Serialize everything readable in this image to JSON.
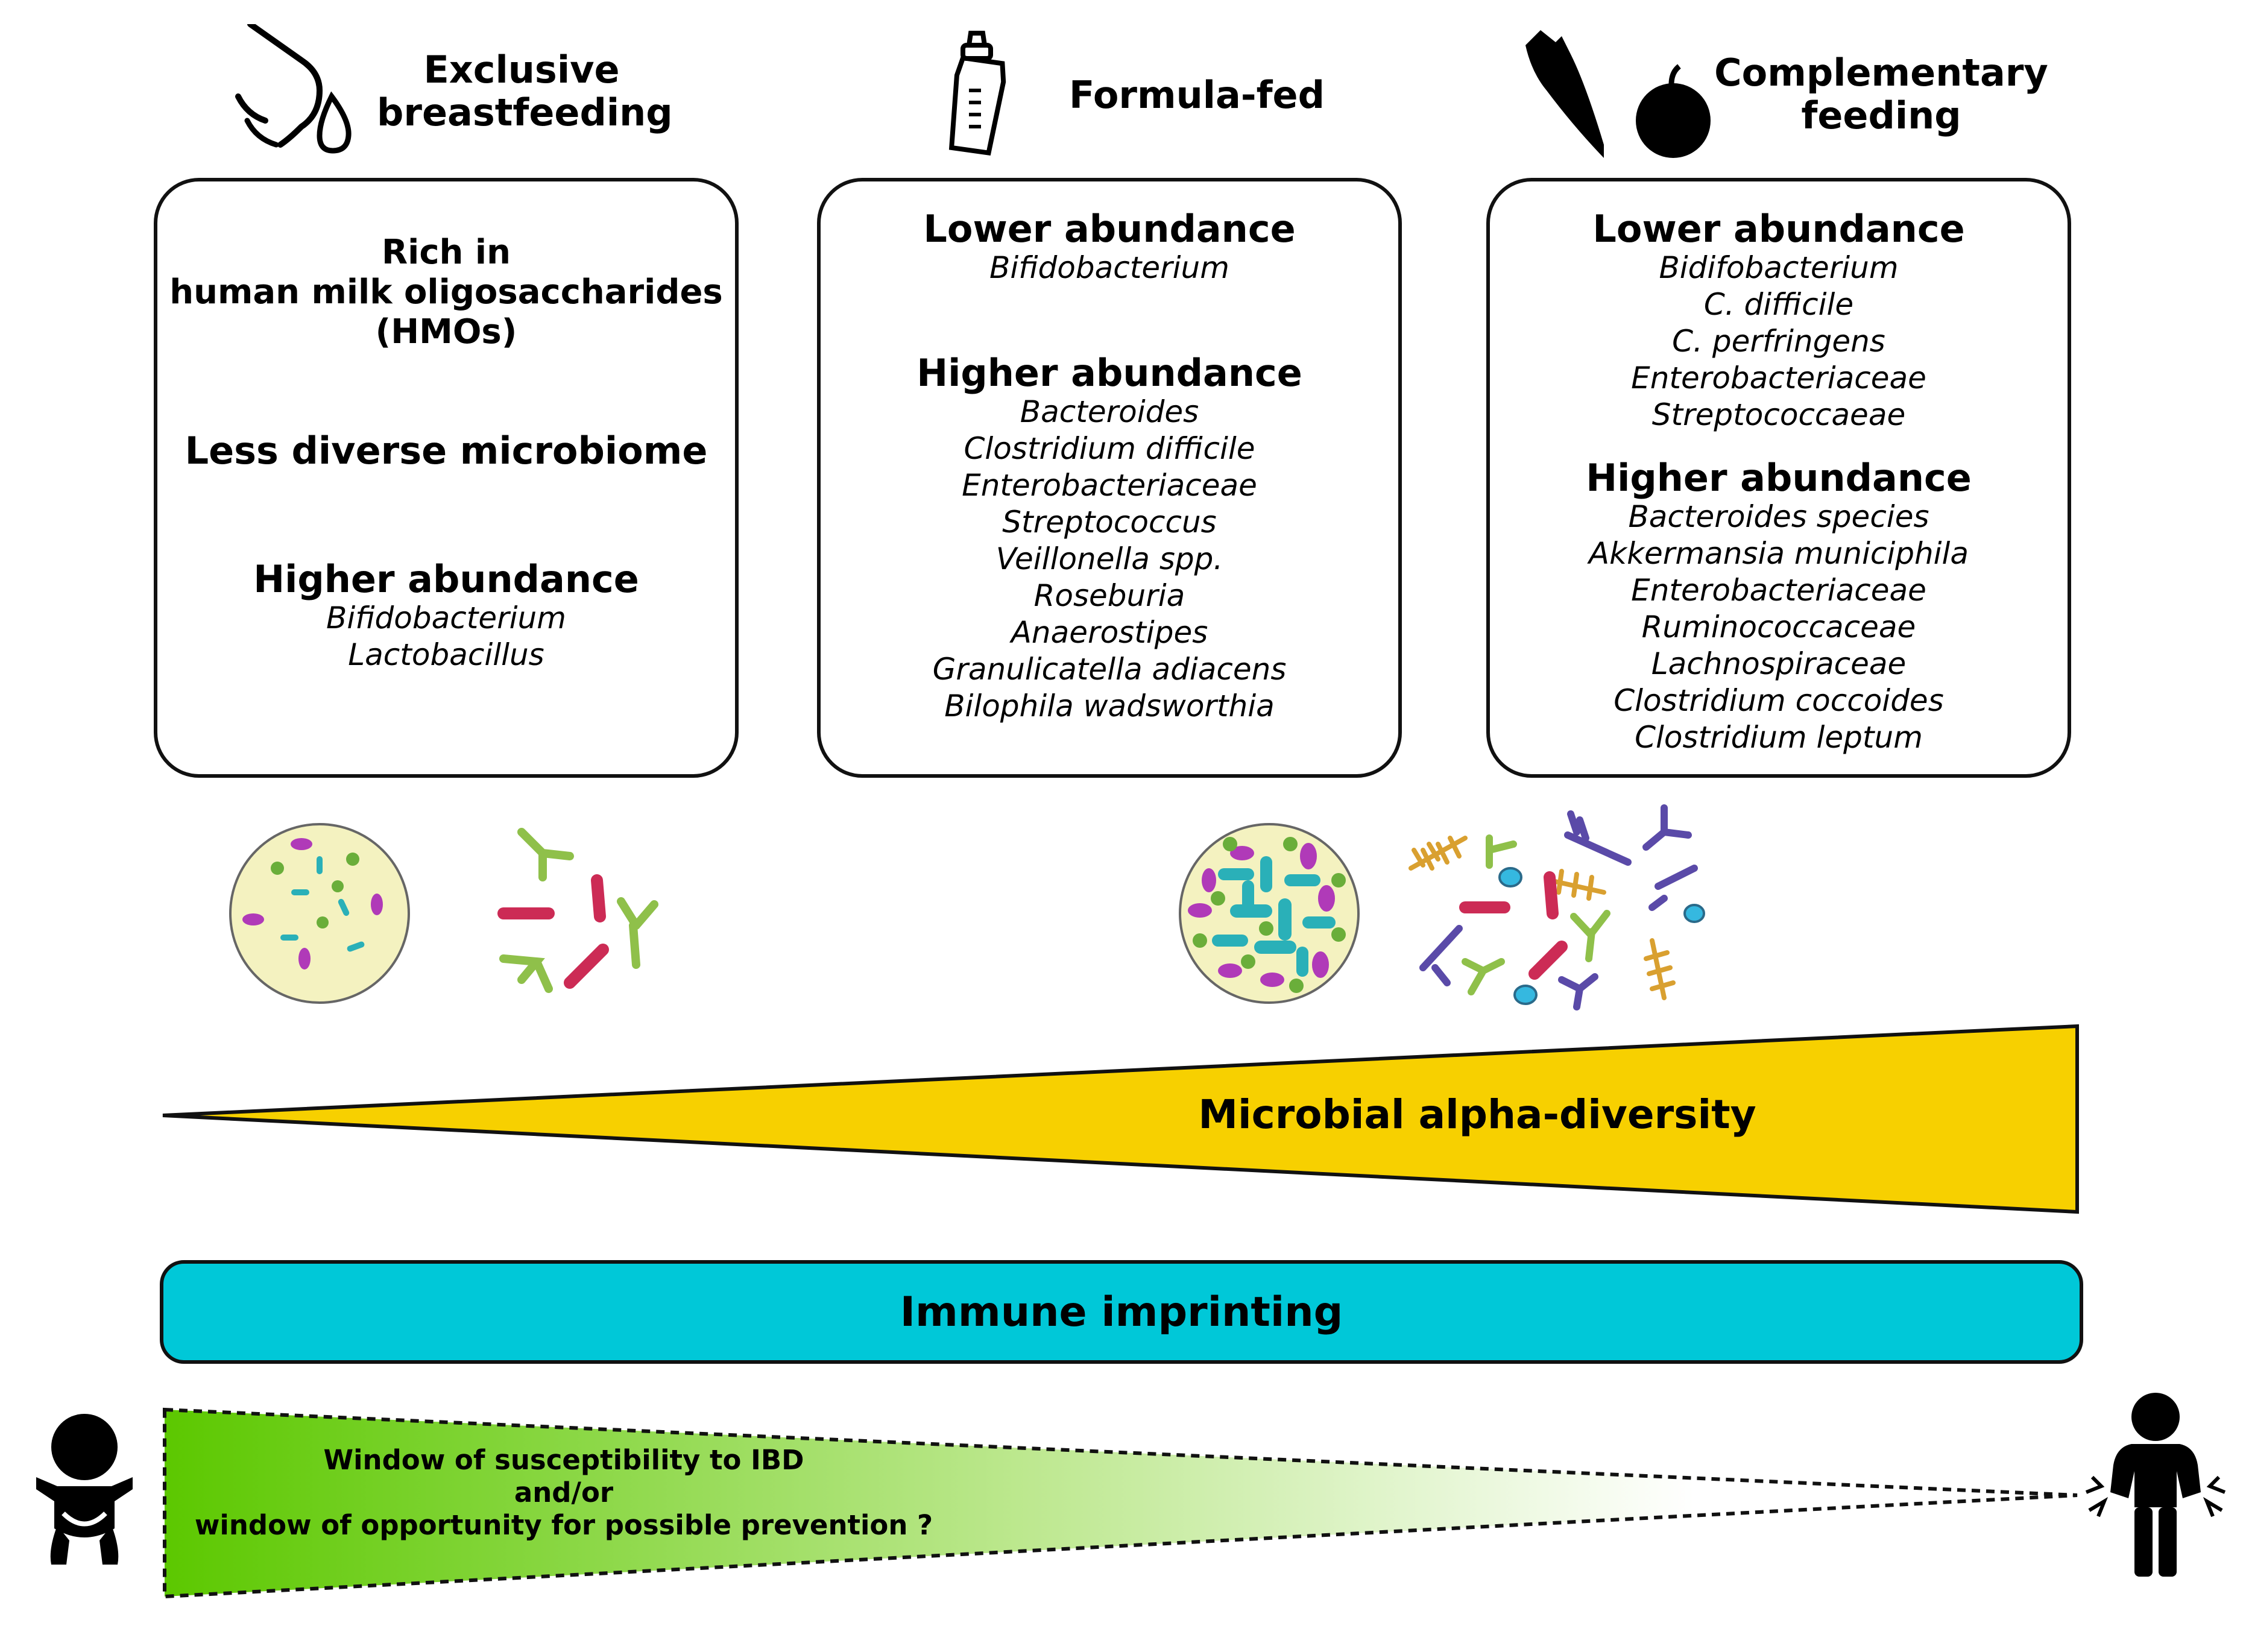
{
  "columns": [
    {
      "header": {
        "line1": "Exclusive",
        "line2": "breastfeeding",
        "icon": "breastfeeding-icon"
      },
      "box": {
        "rich_line1": "Rich in",
        "rich_line2": "human milk oligosaccharides",
        "rich_line3": "(HMOs)",
        "diversity": "Less diverse microbiome",
        "higher_title": "Higher abundance",
        "higher_items": [
          "Bifidobacterium",
          "Lactobacillus"
        ]
      }
    },
    {
      "header": {
        "line1": "Formula-fed",
        "icon": "baby-bottle-icon"
      },
      "box": {
        "lower_title": "Lower abundance",
        "lower_items": [
          "Bifidobacterium"
        ],
        "higher_title": "Higher abundance",
        "higher_items": [
          "Bacteroides",
          "Clostridium difficile",
          "Enterobacteriaceae",
          "Streptococcus",
          "Veillonella spp.",
          "Roseburia",
          "Anaerostipes",
          "Granulicatella adiacens",
          "Bilophila wadsworthia"
        ]
      }
    },
    {
      "header": {
        "line1": "Complementary",
        "line2": "feeding",
        "icon": "carrot-apple-icon"
      },
      "box": {
        "lower_title": "Lower abundance",
        "lower_items": [
          "Bidifobacterium",
          "C. difficile",
          "C. perfringens",
          "Enterobacteriaceae",
          "Streptococcaeae"
        ],
        "higher_title": "Higher abundance",
        "higher_items": [
          "Bacteroides species",
          "Akkermansia municiphila",
          "Enterobacteriaceae",
          "Ruminococcaceae",
          "Lachnospiraceae",
          "Clostridium coccoides",
          "Clostridium leptum"
        ]
      }
    }
  ],
  "diversity_label": "Microbial alpha-diversity",
  "immune_label": "Immune imprinting",
  "window": {
    "line1": "Window of susceptibility to IBD",
    "line2": "and/or",
    "line3": "window of opportunity for possible prevention ?"
  },
  "colors": {
    "diversity_fill": "#f7d000",
    "immune_fill": "#00c8d8",
    "window_green": "#5cc800",
    "bacteria_magenta": "#b03ab8",
    "bacteria_teal": "#2ab0b8",
    "bacteria_green": "#6aae3a",
    "antibody_green": "#8fc04a",
    "antibody_red": "#cc2b55",
    "antibody_purple": "#5a4aa8",
    "bacteria_orange": "#d9a030",
    "circle_fill": "#f4f2c0"
  }
}
